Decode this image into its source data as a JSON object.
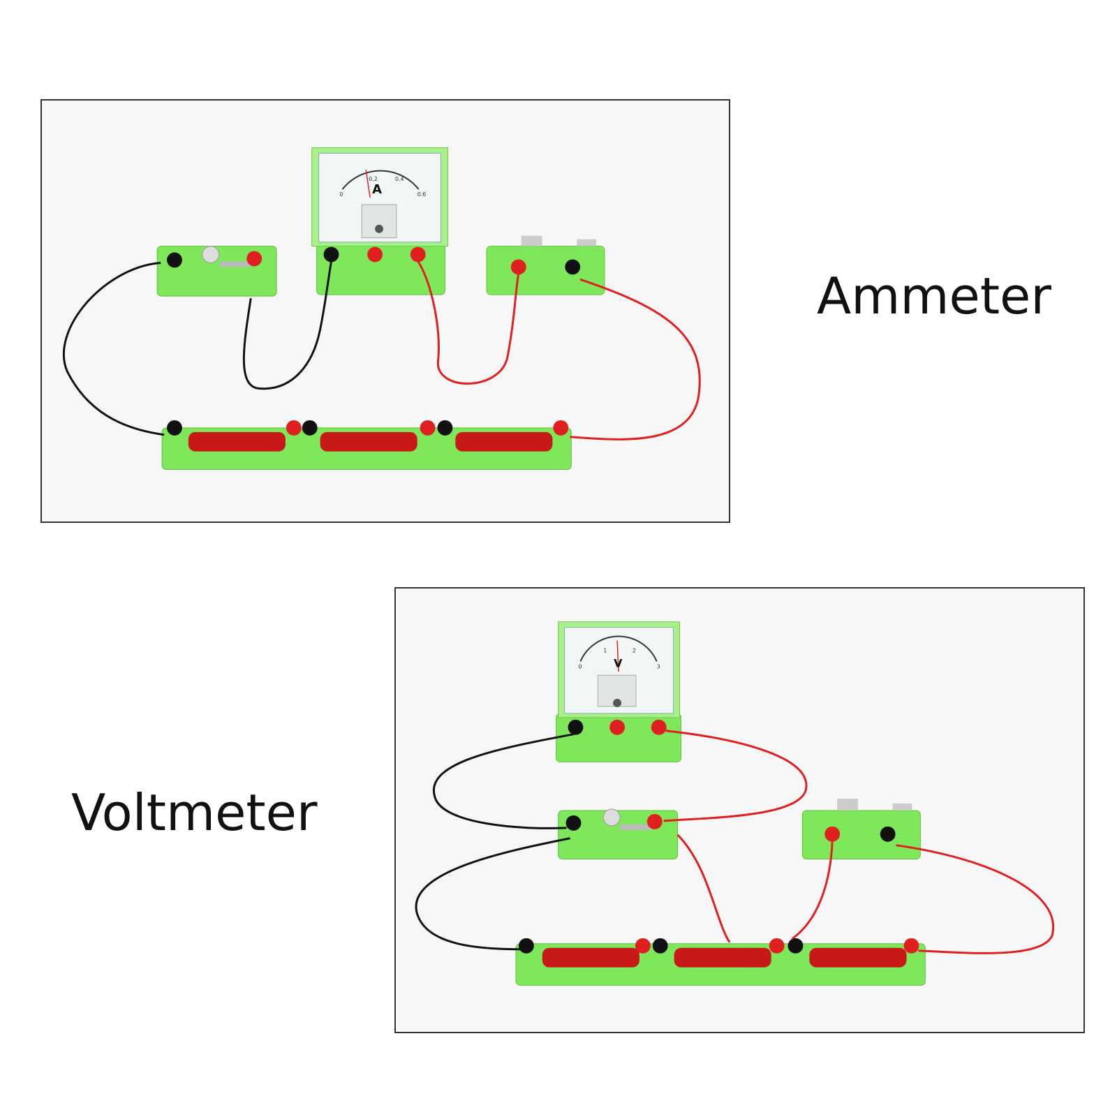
{
  "figures": [
    {
      "id": "ammeter",
      "caption": "Ammeter",
      "meter_letter": "A",
      "meter_ticks": [
        "0",
        "0.2",
        "0.4",
        "0.6"
      ]
    },
    {
      "id": "voltmeter",
      "caption": "Voltmeter",
      "meter_letter": "V",
      "meter_ticks": [
        "0",
        "1",
        "2",
        "3"
      ]
    }
  ],
  "colors": {
    "board_green": "#7ee85a",
    "wire_red": "#e02020",
    "wire_black": "#111111",
    "battery_red": "#c81818"
  }
}
